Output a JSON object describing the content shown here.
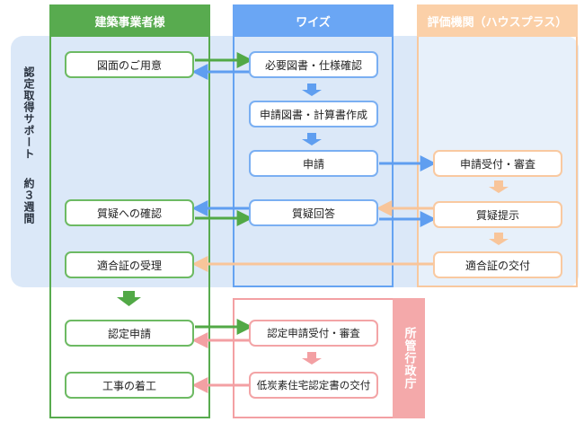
{
  "columns": {
    "builder": "建築事業者様",
    "wise": "ワイズ",
    "evaluator": "評価機関（ハウスプラス）",
    "admin": "所管行政庁"
  },
  "support_band": {
    "title": "認定取得サポート",
    "duration": "約３週間"
  },
  "builder_steps": {
    "prepare_drawings": "図面のご用意",
    "confirm_questions": "質疑への確認",
    "receive_certificate": "適合証の受理",
    "apply_certification": "認定申請",
    "start_construction": "工事の着工"
  },
  "wise_steps": {
    "check_documents": "必要図書・仕様確認",
    "create_documents": "申請図書・計算書作成",
    "apply": "申請",
    "answer_questions": "質疑回答"
  },
  "evaluator_steps": {
    "receive_review": "申請受付・審査",
    "raise_questions": "質疑提示",
    "issue_certificate": "適合証の交付"
  },
  "admin_steps": {
    "receive_review": "認定申請受付・審査",
    "issue_certificate": "低炭素住宅認定書の交付"
  },
  "colors": {
    "builder": "#58ab4f",
    "wise": "#6aa6f4",
    "evaluator": "#fbd0a8",
    "admin": "#f4a9aa",
    "band": "#dbe8f8"
  }
}
